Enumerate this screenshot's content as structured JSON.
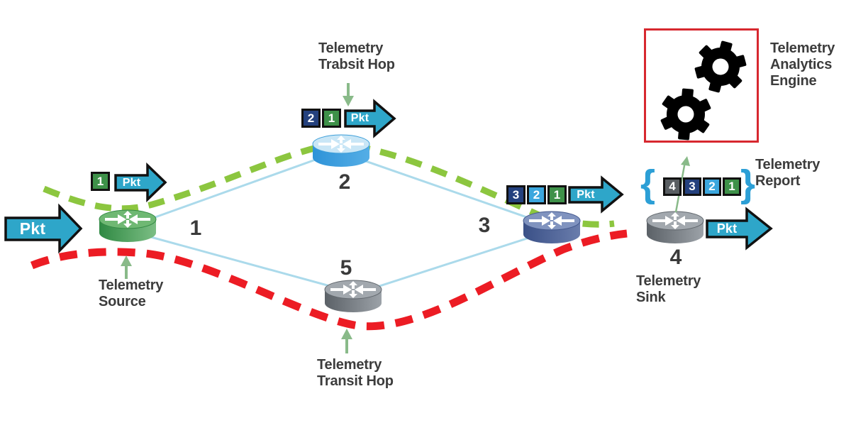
{
  "colors": {
    "path_green": "#8CC63F",
    "path_red": "#EC1C24",
    "link_blue": "#ABDAEB",
    "packet_teal": "#2EA6C9",
    "box_green": "#3E9149",
    "box_navy": "#24417E",
    "box_lightblue": "#3BA7DE",
    "box_gray": "#595E62",
    "brace_blue": "#2C9FD6",
    "engine_border_red": "#D7282F",
    "annotation_green": "#89BA89",
    "text_dark": "#3C3C3C"
  },
  "nodes": {
    "source": {
      "number": "1",
      "label": "Telemetry\nSource"
    },
    "transit_top": {
      "number": "2",
      "label": "Telemetry\nTrabsit Hop"
    },
    "egress": {
      "number": "3"
    },
    "sink": {
      "number": "4",
      "label": "Telemetry\nSink"
    },
    "transit_bottom": {
      "number": "5",
      "label": "Telemetry\nTransit Hop"
    }
  },
  "packets": {
    "pkt_label": "Pkt",
    "ingress_stack": [
      "1"
    ],
    "after_hop2_stack": [
      "2",
      "1"
    ],
    "after_hop3_stack": [
      "3",
      "2",
      "1"
    ],
    "report_stack": [
      "4",
      "3",
      "2",
      "1"
    ],
    "brace_open": "{",
    "brace_close": "}"
  },
  "analytics": {
    "label": "Telemetry\nAnalytics\nEngine"
  },
  "report": {
    "label": "Telemetry\nReport"
  }
}
